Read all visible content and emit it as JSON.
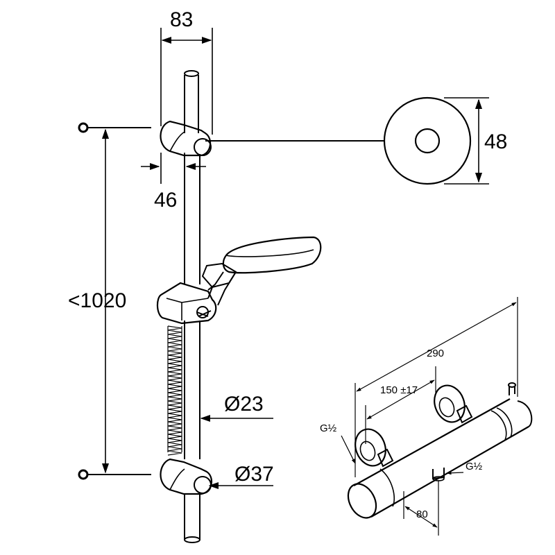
{
  "dimensions": {
    "bracket_width": "83",
    "bracket_depth": "46",
    "rose_diameter": "48",
    "rail_length": "<1020",
    "rail_diameter": "Ø23",
    "holder_diameter": "Ø37",
    "thermostat_length": "290",
    "connection_spacing": "150 ±17",
    "inlet_left": "G½",
    "outlet_bottom": "G½",
    "outlet_offset": "80"
  }
}
